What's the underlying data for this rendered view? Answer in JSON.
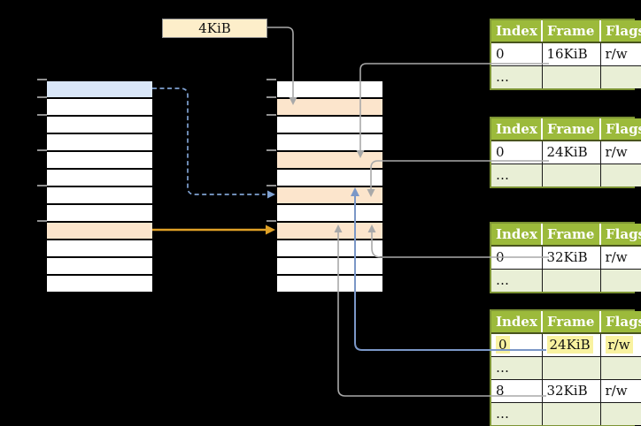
{
  "label_box": {
    "text": "4KiB"
  },
  "memory_columns": {
    "virtual": {
      "rows": [
        "blue",
        "plain",
        "plain",
        "plain",
        "plain",
        "plain",
        "plain",
        "plain",
        "orange",
        "plain",
        "plain",
        "plain"
      ]
    },
    "physical": {
      "rows": [
        "plain",
        "orange",
        "plain",
        "plain",
        "orange",
        "plain",
        "orange",
        "plain",
        "orange",
        "plain",
        "plain",
        "plain"
      ]
    }
  },
  "tables": [
    {
      "name": "page-table-16kib",
      "headers": [
        "Index",
        "Frame",
        "Flags"
      ],
      "rows": [
        {
          "variant": "data",
          "highlight": false,
          "cells": [
            "0",
            "16KiB",
            "r/w"
          ]
        },
        {
          "variant": "dots",
          "highlight": false,
          "cells": [
            "…",
            "",
            ""
          ]
        }
      ]
    },
    {
      "name": "page-table-24kib",
      "headers": [
        "Index",
        "Frame",
        "Flags"
      ],
      "rows": [
        {
          "variant": "data",
          "highlight": false,
          "cells": [
            "0",
            "24KiB",
            "r/w"
          ]
        },
        {
          "variant": "dots",
          "highlight": false,
          "cells": [
            "…",
            "",
            ""
          ]
        }
      ]
    },
    {
      "name": "page-table-32kib",
      "headers": [
        "Index",
        "Frame",
        "Flags"
      ],
      "rows": [
        {
          "variant": "data",
          "highlight": false,
          "cells": [
            "0",
            "32KiB",
            "r/w"
          ]
        },
        {
          "variant": "dots",
          "highlight": false,
          "cells": [
            "…",
            "",
            ""
          ]
        }
      ]
    },
    {
      "name": "page-table-level2",
      "headers": [
        "Index",
        "Frame",
        "Flags"
      ],
      "rows": [
        {
          "variant": "data",
          "highlight": true,
          "cells": [
            "0",
            "24KiB",
            "r/w"
          ]
        },
        {
          "variant": "dots",
          "highlight": false,
          "cells": [
            "…",
            "",
            ""
          ]
        },
        {
          "variant": "data",
          "highlight": false,
          "cells": [
            "8",
            "32KiB",
            "r/w"
          ]
        },
        {
          "variant": "dots",
          "highlight": false,
          "cells": [
            "…",
            "",
            ""
          ]
        }
      ]
    }
  ],
  "colors": {
    "header_green": "#9cba3b",
    "row_green": "#e9efd6",
    "table_border": "#7d9434",
    "highlight_yellow": "#f9f2a0",
    "box_cream": "#fdeeca",
    "blue_row": "#d9e6f8",
    "orange_row": "#fce5cc",
    "arrow_gray": "#a9a9a9",
    "arrow_blue": "#7b97c7",
    "arrow_blue_dashed": "#7fa1d1",
    "arrow_orange": "#dfa126",
    "tick_gray": "#909090"
  }
}
